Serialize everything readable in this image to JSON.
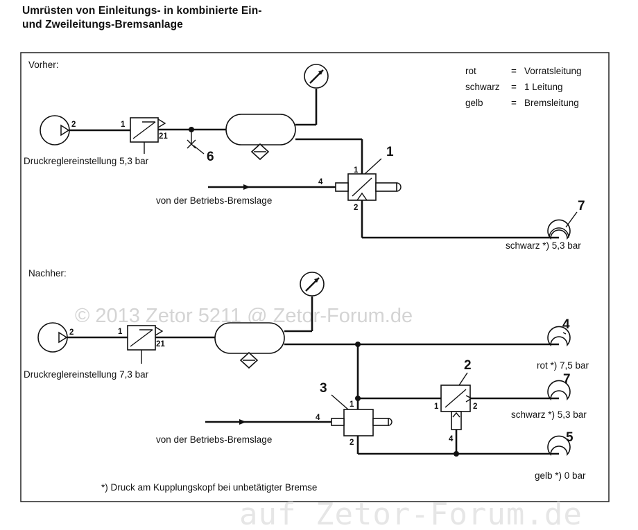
{
  "title_line1": "Umrüsten von Einleitungs- in kombinierte Ein-",
  "title_line2": "und Zweileitungs-Bremsanlage",
  "vorher": {
    "heading": "Vorher:",
    "legend": [
      {
        "key": "rot",
        "eq": "=",
        "value": "Vorratsleitung"
      },
      {
        "key": "schwarz",
        "eq": "=",
        "value": "1 Leitung"
      },
      {
        "key": "gelb",
        "eq": "=",
        "value": "Bremsleitung"
      }
    ],
    "regulator_label": "Druckreglereinstellung 5,3 bar",
    "from_service_brake": "von der Betriebs-Bremslage",
    "coupling_label": "schwarz *) 5,3 bar",
    "numbers": {
      "valve": "1",
      "drain": "6",
      "coupling": "7"
    },
    "ports": {
      "comp": "2",
      "reg_in": "1",
      "reg_out": "21",
      "v_in": "1",
      "v_ctrl": "4",
      "v_out": "2"
    }
  },
  "nachher": {
    "heading": "Nachher:",
    "regulator_label": "Druckreglereinstellung 7,3 bar",
    "from_service_brake": "von der Betriebs-Bremslage",
    "footnote": "*) Druck am Kupplungskopf bei unbetätigter Bremse",
    "couplings": [
      {
        "num": "4",
        "label": "rot *) 7,5 bar"
      },
      {
        "num": "7",
        "label": "schwarz *) 5,3 bar"
      },
      {
        "num": "5",
        "label": "gelb *) 0 bar"
      }
    ],
    "numbers": {
      "valve3": "3",
      "valve2": "2"
    },
    "ports": {
      "comp": "2",
      "reg_in": "1",
      "reg_out": "21",
      "v3_in": "1",
      "v3_ctrl": "4",
      "v3_out": "2",
      "v2_in": "1",
      "v2_out": "2",
      "v2_ctrl": "4"
    }
  },
  "watermark1": "© 2013 Zetor 5211 @ Zetor-Forum.de",
  "watermark2": "auf Zetor-Forum.de"
}
